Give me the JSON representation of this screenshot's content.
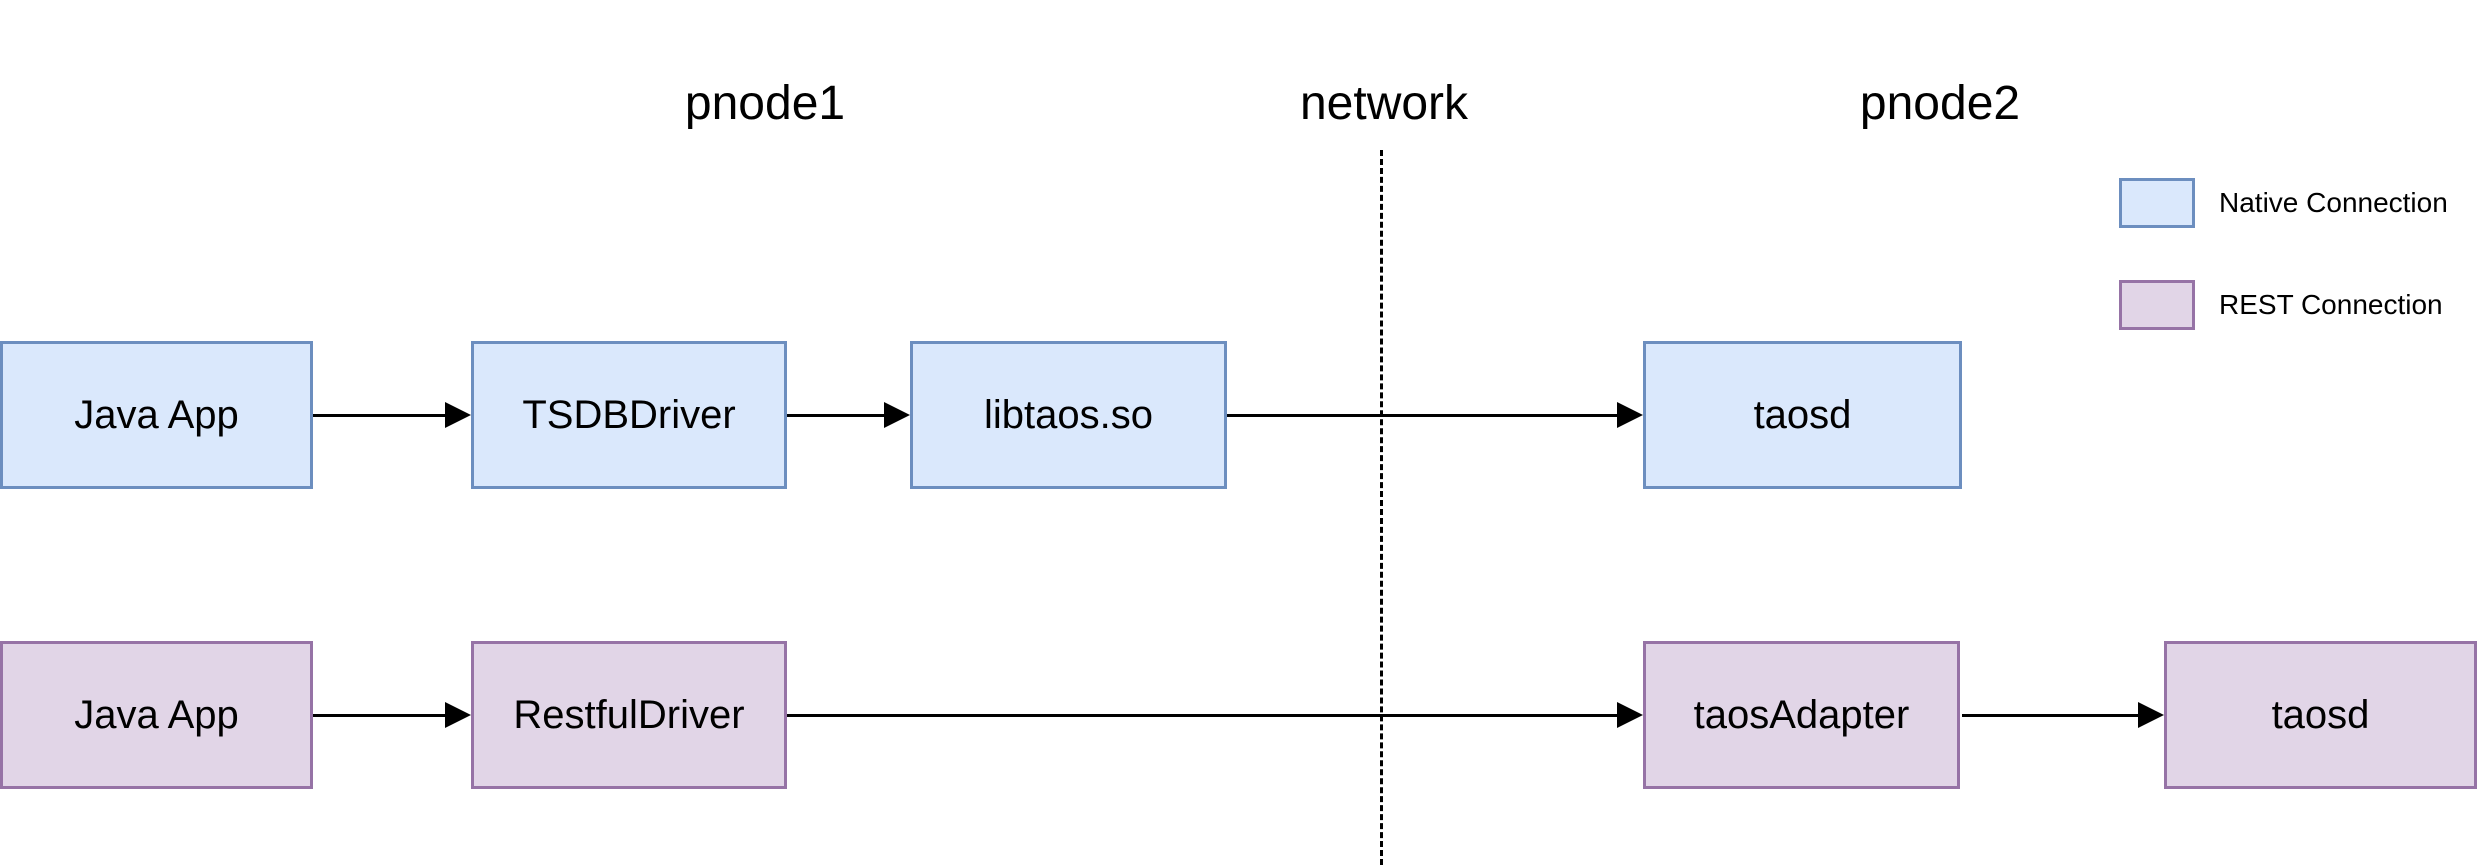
{
  "zone_labels": {
    "pnode1": "pnode1",
    "network": "network",
    "pnode2": "pnode2"
  },
  "legend": {
    "native": {
      "label": "Native Connection",
      "fill": "#dae8fc",
      "border": "#6c8ebf"
    },
    "rest": {
      "label": "REST Connection",
      "fill": "#e1d5e7",
      "border": "#9673a6"
    }
  },
  "native_flow": {
    "connection_type": "Native Connection",
    "nodes": [
      {
        "label": "Java App",
        "zone": "pnode1"
      },
      {
        "label": "TSDBDriver",
        "zone": "pnode1"
      },
      {
        "label": "libtaos.so",
        "zone": "pnode1"
      },
      {
        "label": "taosd",
        "zone": "pnode2"
      }
    ]
  },
  "rest_flow": {
    "connection_type": "REST Connection",
    "nodes": [
      {
        "label": "Java App",
        "zone": "pnode1"
      },
      {
        "label": "RestfulDriver",
        "zone": "pnode1"
      },
      {
        "label": "taosAdapter",
        "zone": "pnode2"
      },
      {
        "label": "taosd",
        "zone": "pnode2"
      }
    ]
  },
  "colors": {
    "background": "#ffffff",
    "text": "#000000",
    "arrow": "#000000",
    "native_fill": "#dae8fc",
    "native_border": "#6c8ebf",
    "rest_fill": "#e1d5e7",
    "rest_border": "#9673a6"
  }
}
